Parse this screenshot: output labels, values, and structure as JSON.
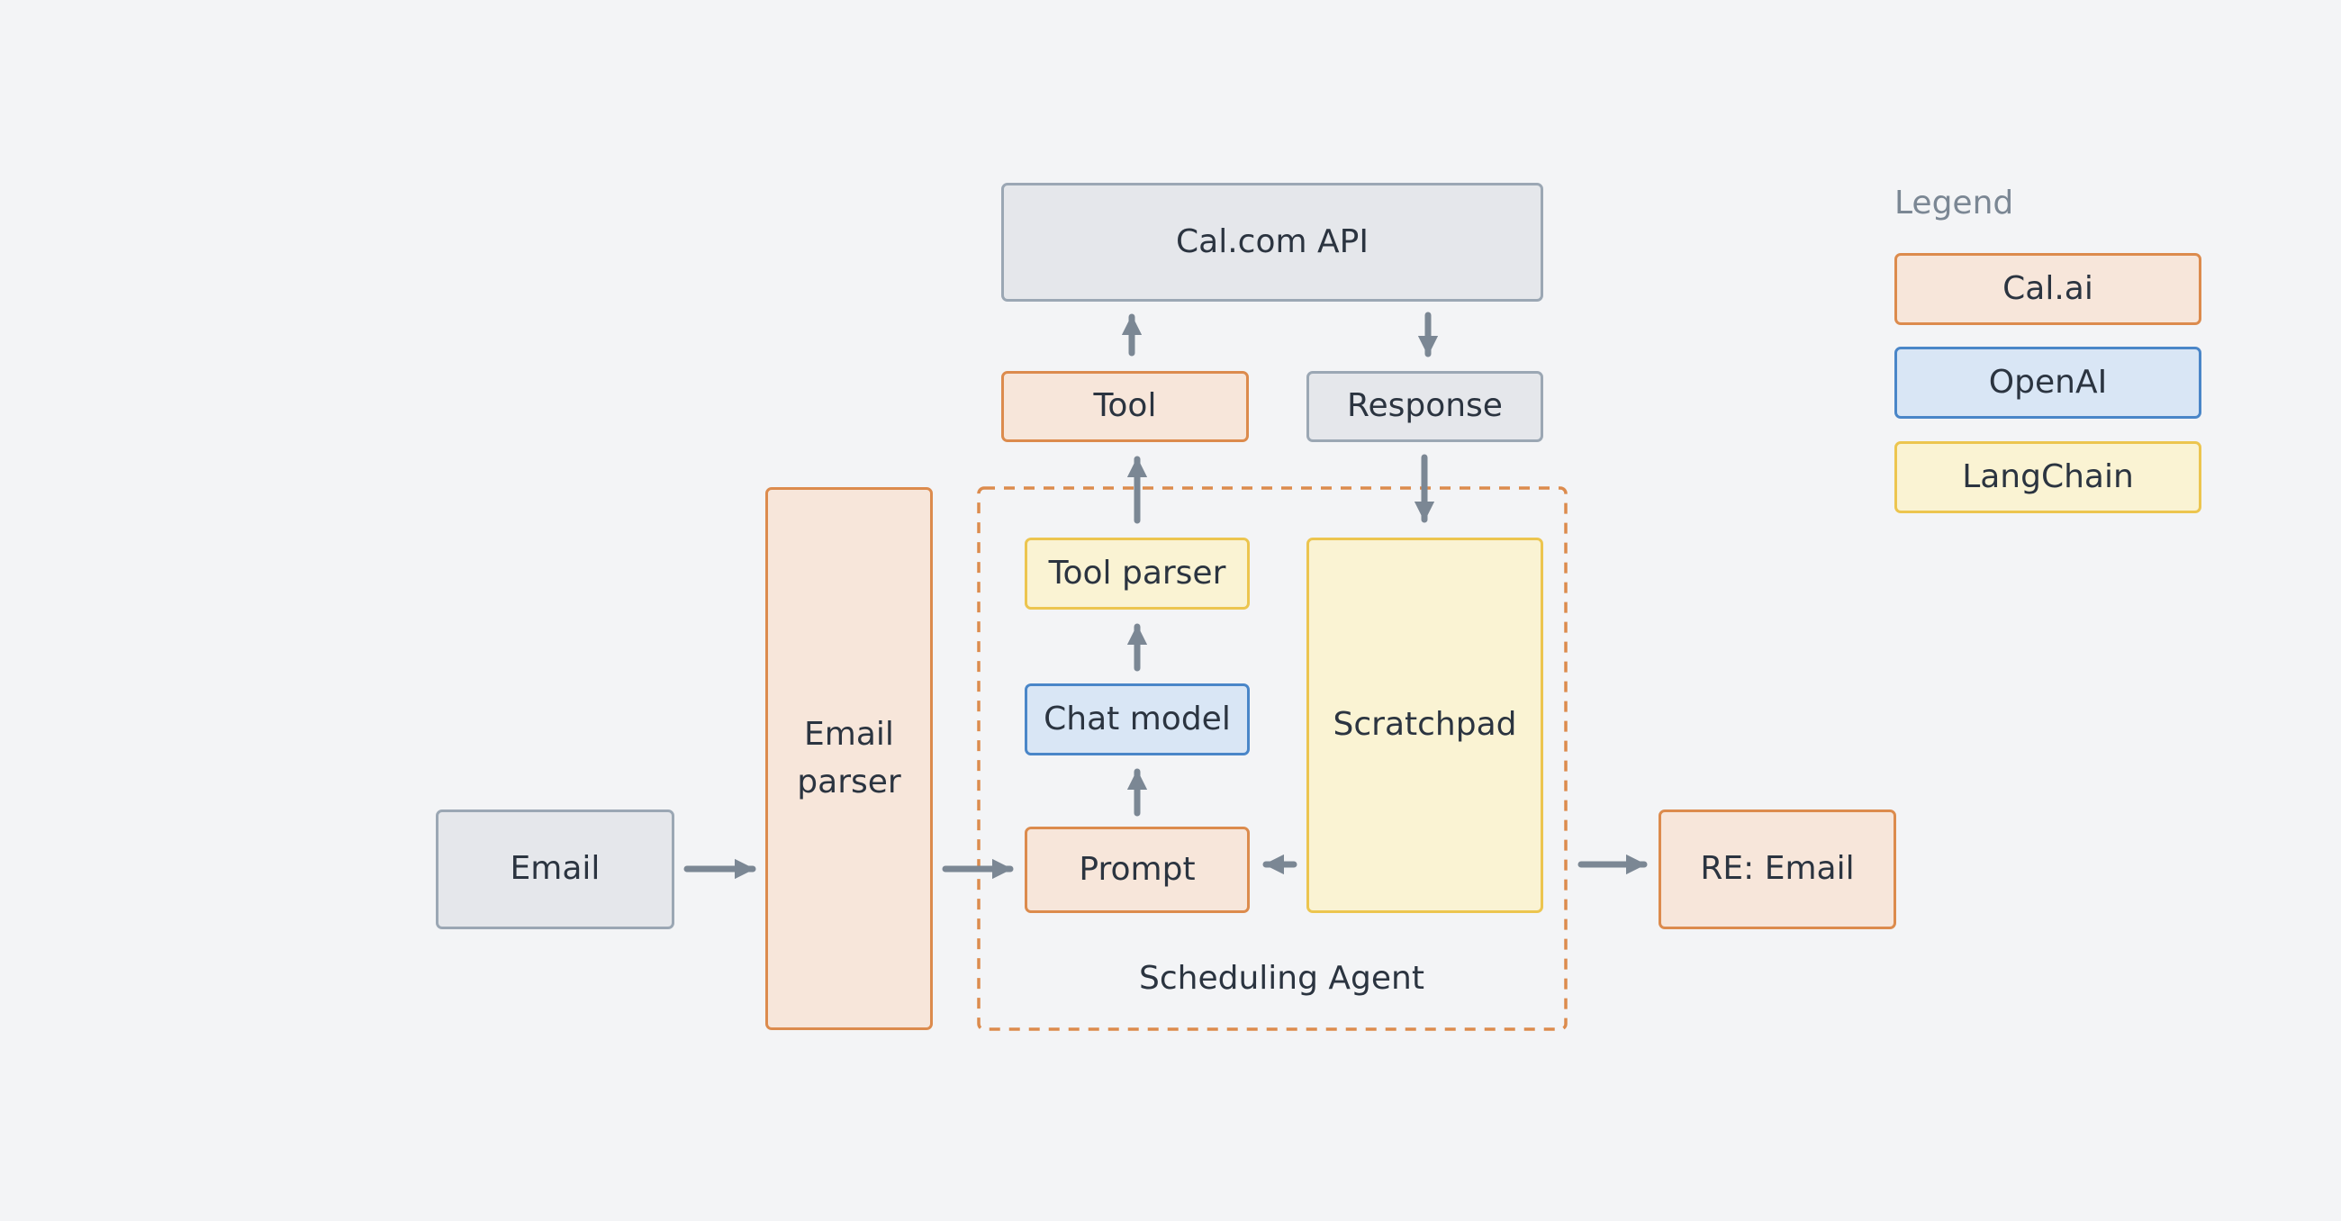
{
  "nodes": {
    "calcom_api": "Cal.com API",
    "tool": "Tool",
    "response": "Response",
    "tool_parser": "Tool parser",
    "chat_model": "Chat model",
    "prompt": "Prompt",
    "scratchpad": "Scratchpad",
    "email": "Email",
    "email_parser_line1": "Email",
    "email_parser_line2": "parser",
    "re_email": "RE: Email"
  },
  "group": {
    "label": "Scheduling Agent"
  },
  "legend": {
    "title": "Legend",
    "items": [
      "Cal.ai",
      "OpenAI",
      "LangChain"
    ]
  },
  "colors": {
    "background": "#f3f4f6",
    "arrow": "#7b8794",
    "gray_fill": "#e5e7eb",
    "gray_border": "#9ba7b4",
    "calai_fill": "#f7e6da",
    "calai_border": "#dc8b4d",
    "openai_fill": "#d9e6f5",
    "openai_border": "#4a86c8",
    "langchain_fill": "#faf3d3",
    "langchain_border": "#ecc54f"
  },
  "edges": [
    {
      "from": "Email",
      "to": "Email parser"
    },
    {
      "from": "Email parser",
      "to": "Prompt"
    },
    {
      "from": "Prompt",
      "to": "Chat model"
    },
    {
      "from": "Chat model",
      "to": "Tool parser"
    },
    {
      "from": "Tool parser",
      "to": "Tool"
    },
    {
      "from": "Tool",
      "to": "Cal.com API"
    },
    {
      "from": "Cal.com API",
      "to": "Response"
    },
    {
      "from": "Response",
      "to": "Scratchpad"
    },
    {
      "from": "Scratchpad",
      "to": "Prompt"
    },
    {
      "from": "Scheduling Agent",
      "to": "RE: Email"
    }
  ]
}
